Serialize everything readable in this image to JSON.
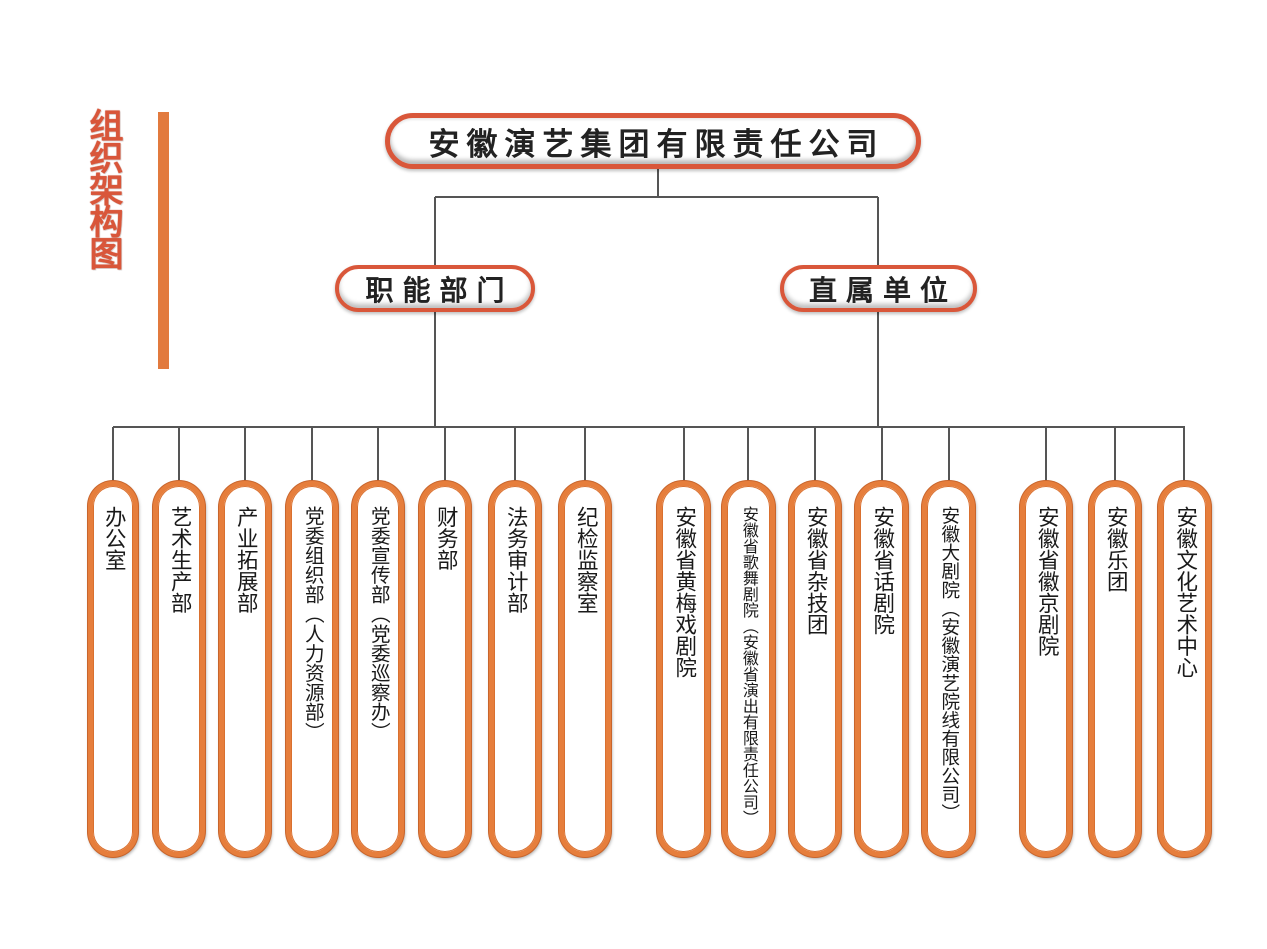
{
  "title": "组织架构图",
  "root": {
    "label": "安徽演艺集团有限责任公司"
  },
  "branches": [
    {
      "label": "职能部门",
      "units": [
        "办公室",
        "艺术生产部",
        "产业拓展部",
        "党委组织部（人力资源部）",
        "党委宣传部（党委巡察办）",
        "财务部",
        "法务审计部",
        "纪检监察室"
      ]
    },
    {
      "label": "直属单位",
      "units": [
        "安徽省黄梅戏剧院",
        "安徽省歌舞剧院（安徽省演出有限责任公司）",
        "安徽省杂技团",
        "安徽省话剧院",
        "安徽大剧院（安徽演艺院线有限公司）",
        "安徽省徽京剧院",
        "安徽乐团",
        "安徽文化艺术中心"
      ]
    }
  ],
  "colors": {
    "accent": "#E27A3E",
    "title": "#D9563A",
    "root_border": "#D9573A",
    "node_border": "#E67E3C",
    "connector": "#555555"
  }
}
